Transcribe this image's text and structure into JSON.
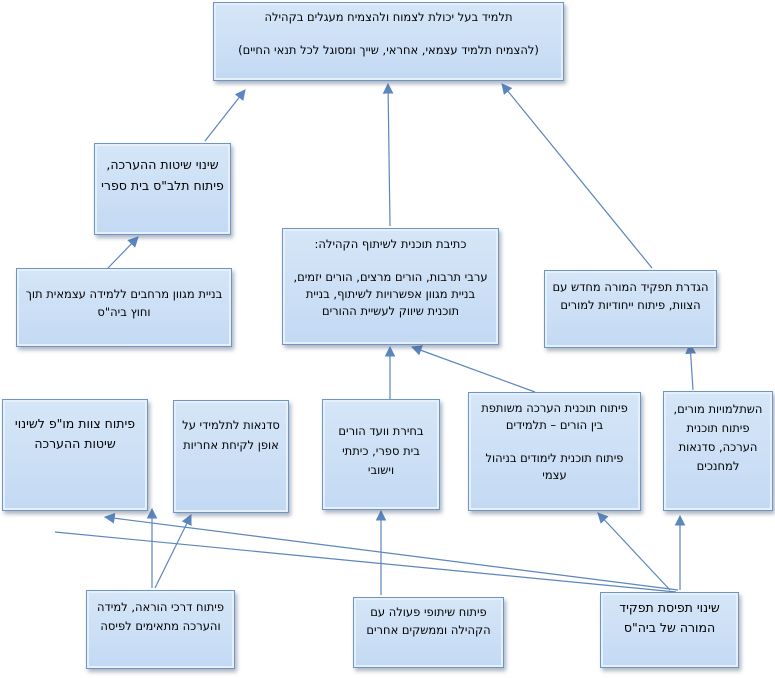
{
  "nodes": {
    "goal": "תלמיד בעל יכולת לצמוח ולהצמיח מעגלים בקהילה\n\n(להצמיח תלמיד עצמאי, אחראי, שייך ומסוגל לכל תנאי החיים)",
    "assessment_change": "שינוי שיטות ההערכה, פיתוח תלב\"ס בית ספרי",
    "community_plan": "כתיבת תוכנית לשיתוף הקהילה:\n\nערבי תרבות, הורים מרצים, הורים יזמים, בניית מגוון אפשרויות לשיתוף, בניית תוכנית שיווק לעשיית ההורים",
    "teacher_role": "הגדרת תפקיד המורה מחדש עם הצוות, פיתוח ייחודיות למורים",
    "learning_spaces": "בניית מגוון מרחבים ללמידה עצמאית תוך וחוץ ביה\"ס",
    "staff_team": "פיתוח צוות מו\"פ לשינוי שיטות ההערכה",
    "student_workshops": "סדנאות לתלמידי על אופן לקיחת אחריות",
    "parents_committee": "בחירת וועד הורים בית ספרי, כיתתי וישובי",
    "joint_assessment": "פיתוח תוכנית הערכה משותפת בין הורים – תלמידים\n\nפיתוח תוכנית לימודים בניהול עצמי",
    "teacher_training": "השתלמויות מורים, פיתוח תוכנית הערכה, סדנאות למחנכים",
    "teaching_methods": "פיתוח דרכי הוראה, למידה והערכה מתאימים לפיסה",
    "partnerships": "פיתוח שיתופי פעולה עם הקהילה וממשקים אחרים",
    "perception_change": "שינוי תפיסת תפקיד המורה של ביה\"ס"
  },
  "colors": {
    "box_fill": "#c9dcf4",
    "box_border": "#6f95c4",
    "arrow": "#5b86be"
  }
}
